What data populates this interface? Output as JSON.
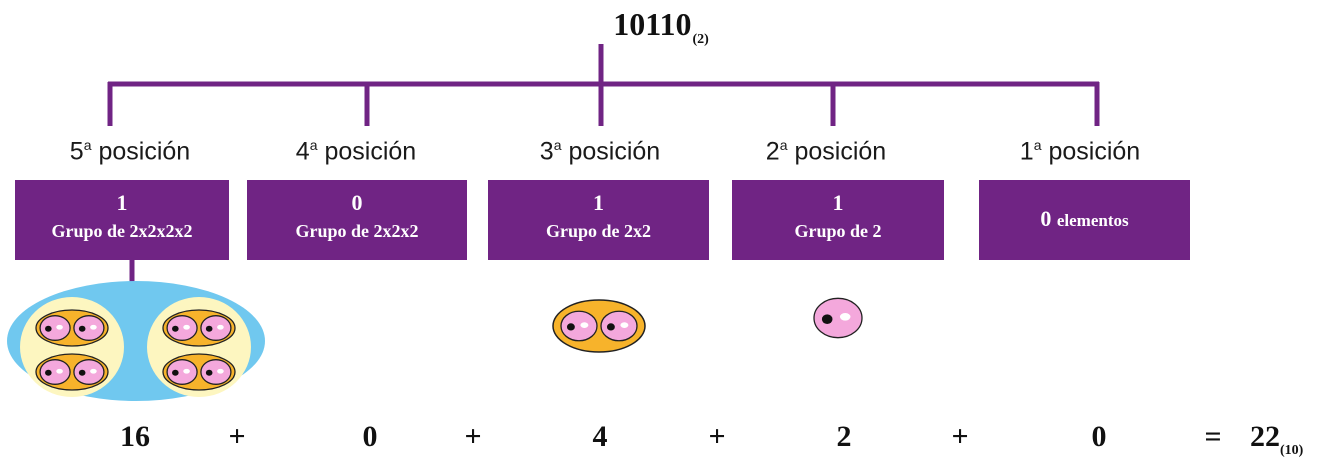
{
  "title": {
    "number": "10110",
    "base": "(2)"
  },
  "positions": [
    {
      "ordinal": "5",
      "suffix": "a",
      "word": "posición",
      "digit": "1",
      "group": "Grupo de 2x2x2x2"
    },
    {
      "ordinal": "4",
      "suffix": "a",
      "word": "posición",
      "digit": "0",
      "group": "Grupo de 2x2x2"
    },
    {
      "ordinal": "3",
      "suffix": "a",
      "word": "posición",
      "digit": "1",
      "group": "Grupo de 2x2"
    },
    {
      "ordinal": "2",
      "suffix": "a",
      "word": "posición",
      "digit": "1",
      "group": "Grupo de 2"
    },
    {
      "ordinal": "1",
      "suffix": "a",
      "word": "posición",
      "digit": "0",
      "elements": "elementos"
    }
  ],
  "sum": {
    "terms": [
      "16",
      "0",
      "4",
      "2",
      "0"
    ],
    "operator": "+",
    "equals": "=",
    "result": "22",
    "result_base": "(10)"
  },
  "colors": {
    "purple": "#702484",
    "blue": "#70c8ef",
    "cream": "#fdf6c0",
    "gold": "#f7b32b",
    "pink": "#f4a8dc"
  }
}
